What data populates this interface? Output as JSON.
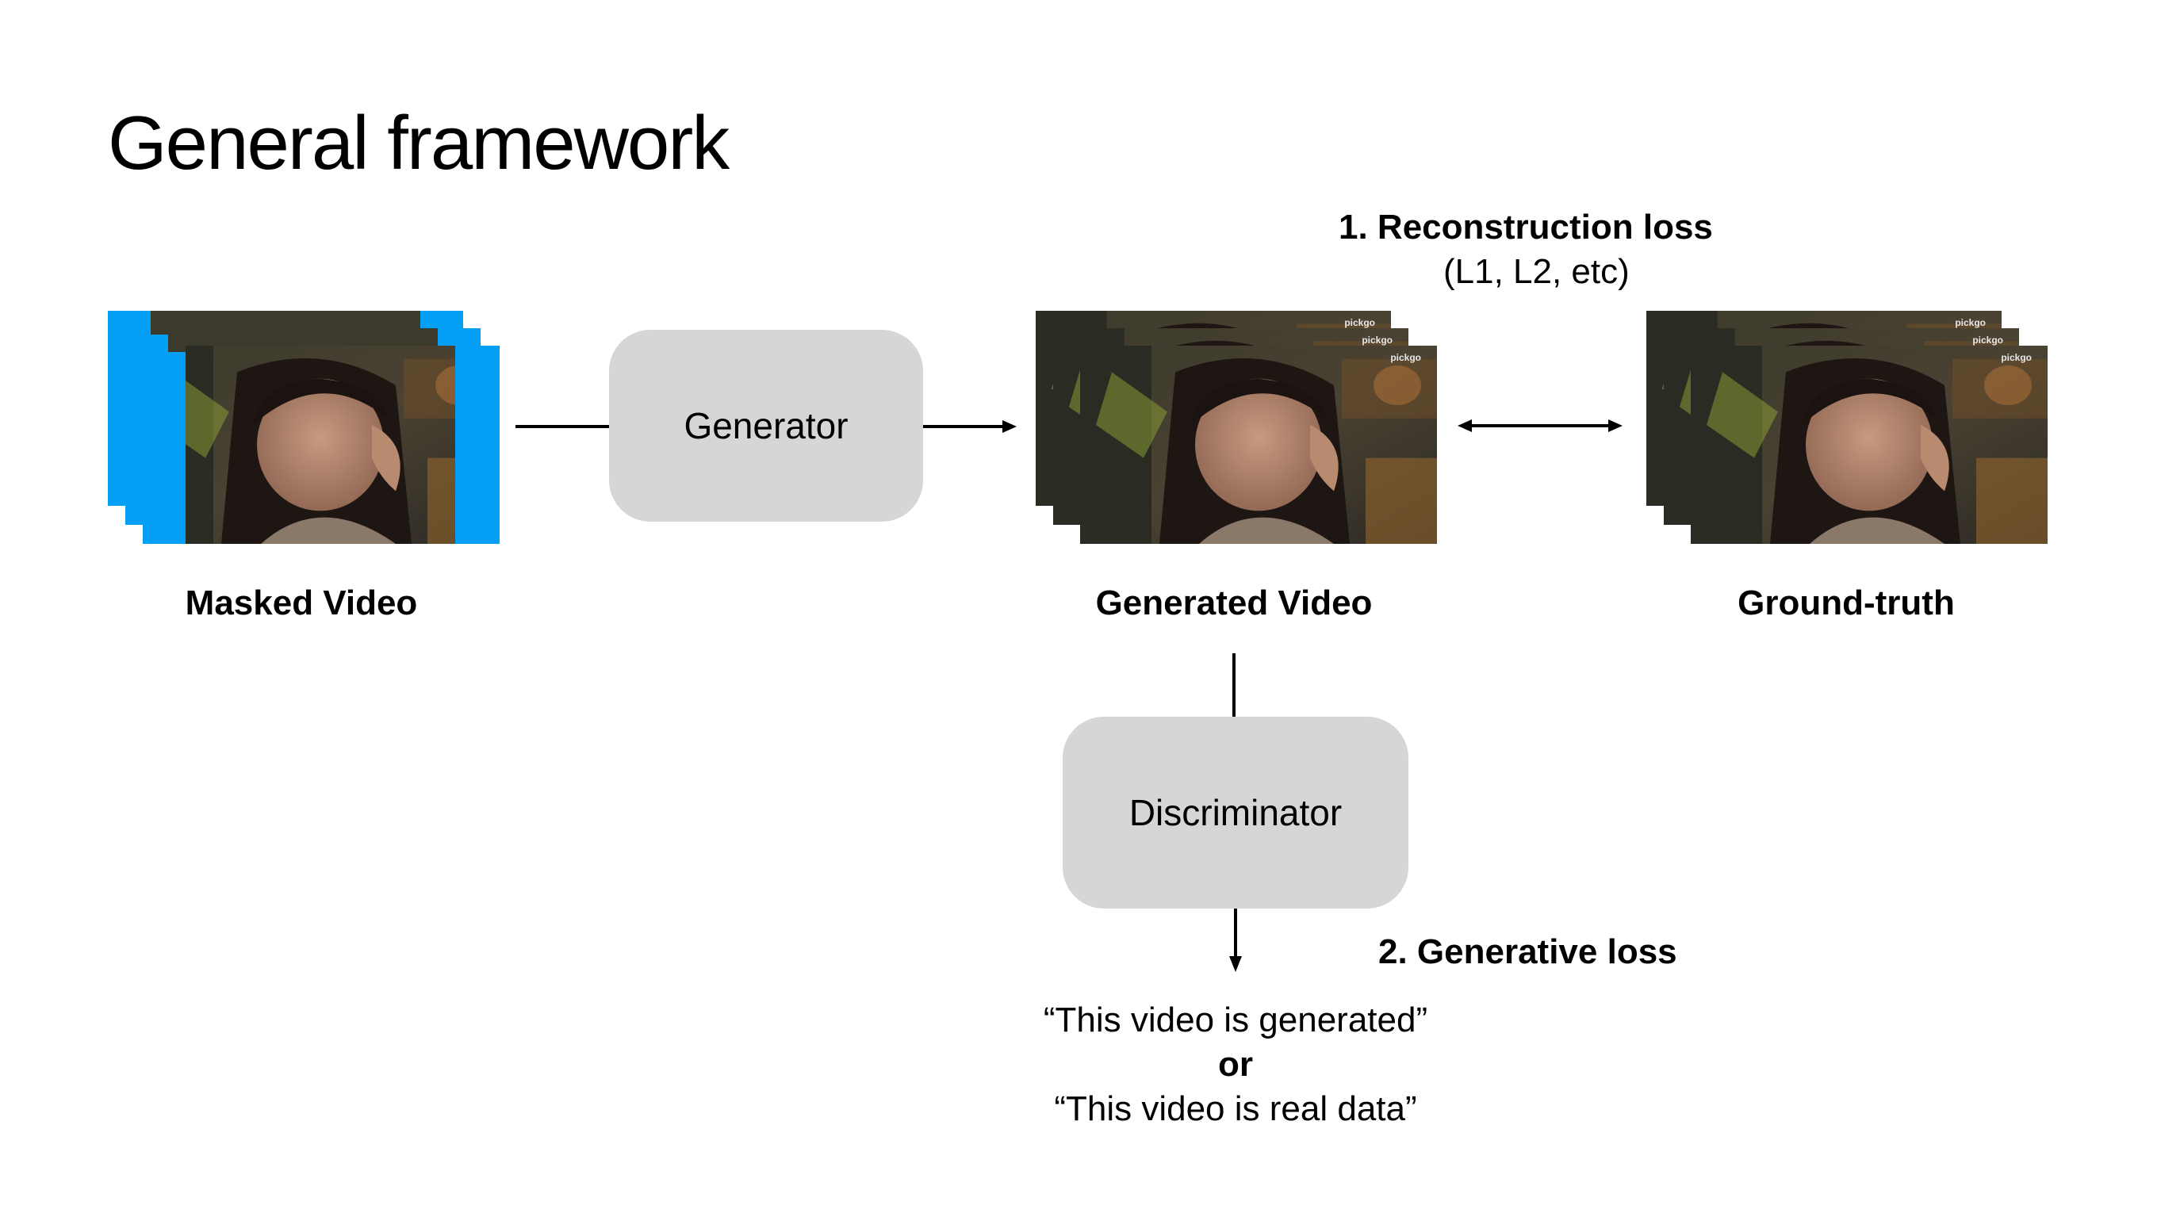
{
  "title": "General framework",
  "nodes": {
    "masked_video": "Masked Video",
    "generator": "Generator",
    "generated_video": "Generated Video",
    "ground_truth": "Ground-truth",
    "discriminator": "Discriminator"
  },
  "losses": {
    "reconstruction_title": "1. Reconstruction loss",
    "reconstruction_detail": "(L1, L2, etc)",
    "generative_title": "2. Generative loss"
  },
  "output": {
    "line1": "“This video is generated”",
    "or": "or",
    "line2": "“This video is real data”"
  },
  "watermark": "pickgo",
  "colors": {
    "mask_blue": "#029ff5",
    "box_gray": "#d6d6d6"
  }
}
